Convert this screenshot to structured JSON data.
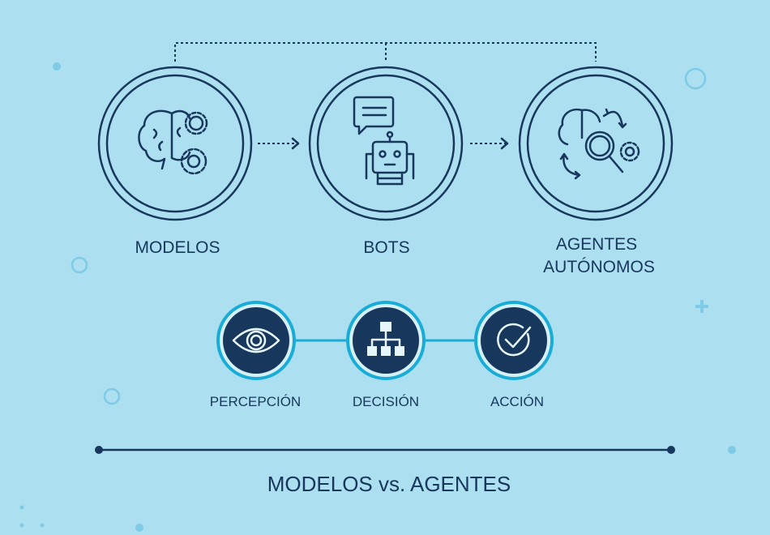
{
  "stages": [
    {
      "label": "MODELOS",
      "icon": "brain-gears-icon"
    },
    {
      "label": "BOTS",
      "icon": "robot-chat-icon"
    },
    {
      "label_line1": "AGENTES",
      "label_line2": "AUTÓNOMOS",
      "icon": "brain-search-cycle-icon"
    }
  ],
  "cycle": [
    {
      "label": "PERCEPCIÓN",
      "icon": "eye-icon"
    },
    {
      "label": "DECISIÓN",
      "icon": "hierarchy-icon"
    },
    {
      "label": "ACCIÓN",
      "icon": "check-circle-icon"
    }
  ],
  "title": "MODELOS vs. AGENTES",
  "colors": {
    "background": "#acdff0",
    "navy": "#17375c",
    "cyan": "#19acd6"
  }
}
